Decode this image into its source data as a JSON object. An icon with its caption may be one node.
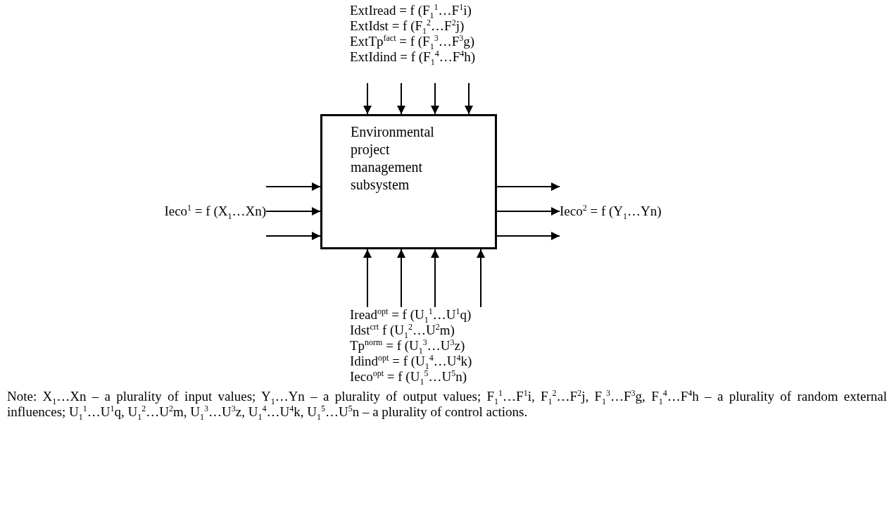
{
  "diagram": {
    "caption": "Note: X$_{1}$…Xn – a plurality of input values; Y$_{1}$…Yn – a plurality of output values; F$_{1}$$^{1}$…F$^{1}$i, F$_{1}$$^{2}$…F$^{2}$j, F$_{1}$$^{3}$…F$^{3}$g, F$_{1}$$^{4}$…F$^{4}$h – a plurality of random external influences; U$_{1}$$^{1}$…U$^{1}$q, U$_{1}$$^{2}$…U$^{2}$m, U$_{1}$$^{3}$…U$^{3}$z, U$_{1}$$^{4}$…U$^{4}$k, U$_{1}$$^{5}$…U$^{5}$n – a plurality of control actions.",
    "nodes": [
      {
        "text": [
          "ExtIread = f (F$_{1}$$^{1}$…F$^{1}$i)",
          "ExtIdst = f (F$_{1}$$^{2}$…F$^{2}$j)",
          "ExtTp$^{fact}$ = f (F$_{1}$$^{3}$…F$^{3}$g)",
          "ExtIdind = f (F$_{1}$$^{4}$…F$^{4}$h)"
        ]
      },
      {
        "text": [
          "Ieco$^{1}$ = f (X$_{1}$…Xn)"
        ]
      },
      {
        "text": [
          "Environmental project management subsystem"
        ]
      },
      {
        "text": [
          "Ieco$^{2}$ = f (Y$_{1}$…Yn)"
        ]
      },
      {
        "text": [
          "Iread$^{opt}$ = f (U$_{1}$$^{1}$…U$^{1}$q)",
          "Idst$^{crt}$ f (U$_{1}$$^{2}$…U$^{2}$m)",
          "Tp$^{norm}$ = f (U$_{1}$$^{3}$…U$^{3}$z)",
          "Idind$^{opt}$ = f (U$_{1}$$^{4}$…U$^{4}$k)",
          "Ieco$^{opt}$ = f (U$_{1}$$^{5}$…U$^{5}$n)"
        ]
      }
    ],
    "edges": [
      {
        "from": 0,
        "to": 2,
        "arrow": "to"
      },
      {
        "from": 0,
        "to": 2,
        "arrow": "to"
      },
      {
        "from": 0,
        "to": 2,
        "arrow": "to"
      },
      {
        "from": 0,
        "to": 2,
        "arrow": "to"
      },
      {
        "from": 1,
        "to": 2,
        "arrow": "to"
      },
      {
        "from": 1,
        "to": 2,
        "arrow": "to"
      },
      {
        "from": 1,
        "to": 2,
        "arrow": "to"
      },
      {
        "from": 2,
        "to": 3,
        "arrow": "to"
      },
      {
        "from": 2,
        "to": 3,
        "arrow": "to"
      },
      {
        "from": 2,
        "to": 3,
        "arrow": "to"
      },
      {
        "from": 4,
        "to": 2,
        "arrow": "to"
      },
      {
        "from": 4,
        "to": 2,
        "arrow": "to"
      },
      {
        "from": 4,
        "to": 2,
        "arrow": "to"
      },
      {
        "from": 4,
        "to": 2,
        "arrow": "to"
      }
    ]
  }
}
